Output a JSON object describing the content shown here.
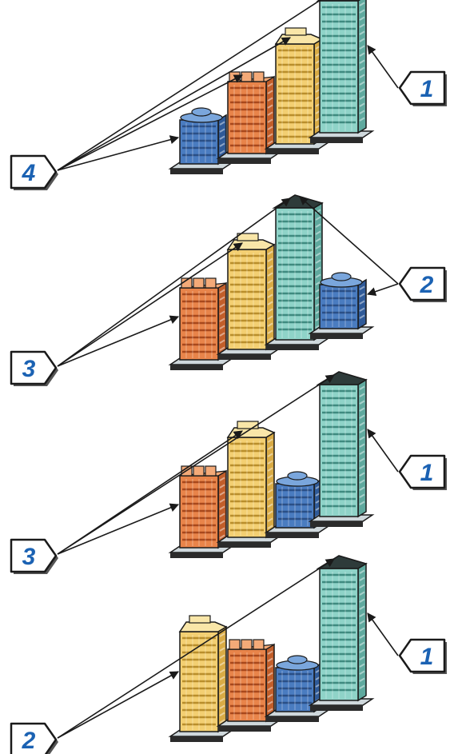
{
  "colors": {
    "blue": "#4a7cc0",
    "orange": "#e8844a",
    "yellow": "#f3cf72",
    "teal": "#8fd3c8",
    "tag_text": "#1b62b3",
    "outline": "#1a1a1a",
    "base": "#cfd8dc"
  },
  "panels": [
    {
      "buildings": [
        "blue",
        "orange",
        "yellow",
        "teal"
      ],
      "left_tag": "4",
      "left_targets": [
        0,
        1,
        2,
        3
      ],
      "right_tag": "1",
      "right_targets": [
        3
      ]
    },
    {
      "buildings": [
        "orange",
        "yellow",
        "teal",
        "blue"
      ],
      "left_tag": "3",
      "left_targets": [
        0,
        1,
        2
      ],
      "right_tag": "2",
      "right_targets": [
        2,
        3
      ]
    },
    {
      "buildings": [
        "orange",
        "yellow",
        "blue",
        "teal"
      ],
      "left_tag": "3",
      "left_targets": [
        0,
        1,
        3
      ],
      "right_tag": "1",
      "right_targets": [
        3
      ]
    },
    {
      "buildings": [
        "yellow",
        "orange",
        "blue",
        "teal"
      ],
      "left_tag": "2",
      "left_targets": [
        0,
        3
      ],
      "right_tag": "1",
      "right_targets": [
        3
      ]
    }
  ]
}
